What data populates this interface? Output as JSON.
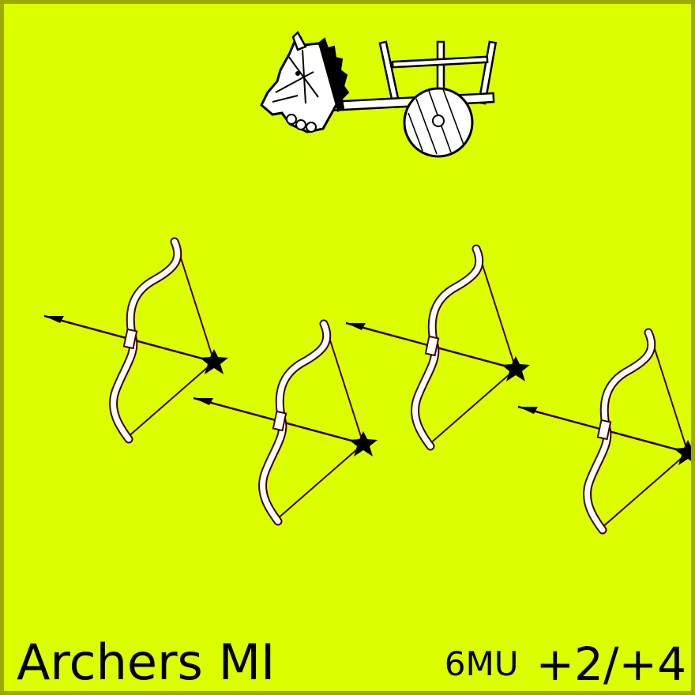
{
  "card": {
    "name": "Archers MI",
    "movement": "6MU",
    "combat": "+2/+4",
    "background_color": "#dcff00",
    "border_color": "#9aaa00"
  },
  "icons": {
    "general": "chariot-icon",
    "troops": "bow-and-arrow-icon"
  }
}
